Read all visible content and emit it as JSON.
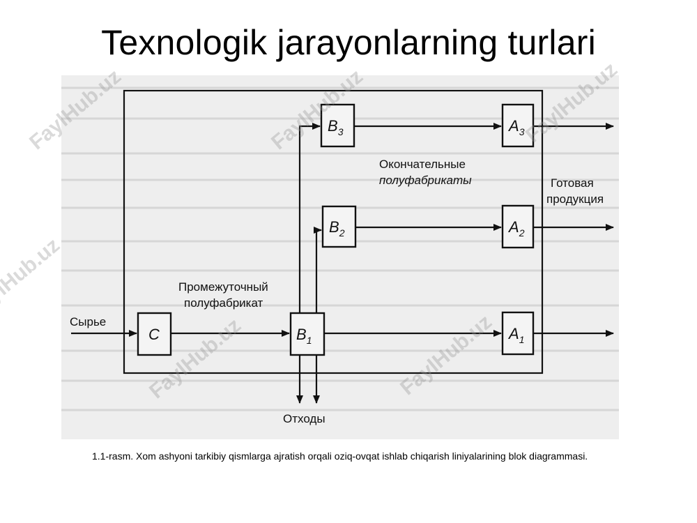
{
  "title": "Texnologik jarayonlarning turlari",
  "caption": "1.1-rasm. Xom ashyoni tarkibiy qismlarga ajratish orqali oziq-ovqat ishlab chiqarish liniyalarining blok diagrammasi.",
  "watermark": "FaylHub.uz",
  "diagram": {
    "blocks": {
      "c": "C",
      "b1": "B",
      "b1_sub": "1",
      "b2": "B",
      "b2_sub": "2",
      "b3": "B",
      "b3_sub": "3",
      "a1": "A",
      "a1_sub": "1",
      "a2": "A",
      "a2_sub": "2",
      "a3": "A",
      "a3_sub": "3"
    },
    "labels": {
      "raw_material": "Сырье",
      "intermediate_1": "Промежуточный",
      "intermediate_2": "полуфабрикат",
      "final_semi_1": "Окончательные",
      "final_semi_2": "полуфабрикаты",
      "finished_1": "Готовая",
      "finished_2": "продукция",
      "waste": "Отходы"
    }
  }
}
